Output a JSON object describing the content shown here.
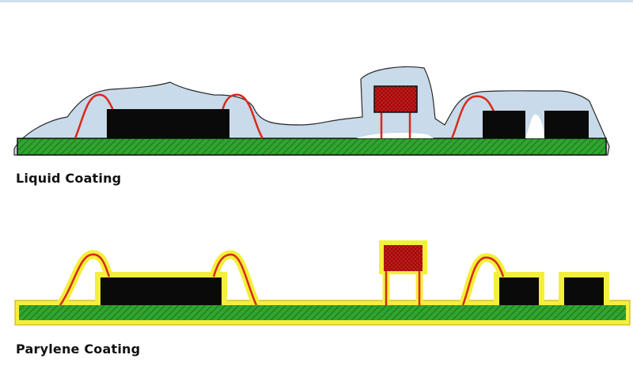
{
  "diagram": {
    "colors": {
      "board": "#2fa52f",
      "board_hatch": "#1f6e1f",
      "component": "#0a0a0a",
      "leads": "#d82a1a",
      "capacitor": "#cc1a1a",
      "liquid_coating": "#c9daea",
      "parylene_coating": "#f4ef3a"
    },
    "panels": [
      {
        "id": "liquid",
        "caption": "Liquid Coating"
      },
      {
        "id": "parylene",
        "caption": "Parylene Coating"
      }
    ]
  }
}
